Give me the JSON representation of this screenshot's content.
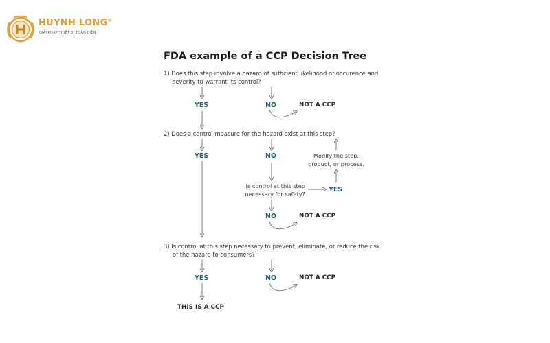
{
  "brand": {
    "name": "HUYNH LONG",
    "registered": "®",
    "tagline": "GIẢI PHÁP THIẾT BỊ TOÀN DIỆN"
  },
  "diagram": {
    "title": "FDA example of a CCP Decision Tree",
    "q1": {
      "line1": "1) Does this step involve a hazard of sufficient likelihood of occurence and",
      "line2": "severity to warrant its control?"
    },
    "q2": {
      "line1": "2) Does a control measure for the hazard exist at this step?"
    },
    "q3": {
      "line1": "3) Is control at this step necessary to prevent, eliminate, or reduce the risk",
      "line2": "of the hazard to consumers?"
    },
    "control_question": {
      "line1": "Is control at this step",
      "line2": "necessary for safety?"
    },
    "modify": {
      "line1": "Modify the step,",
      "line2": "product, or process."
    },
    "labels": {
      "yes": "YES",
      "no": "NO",
      "not_ccp": "NOT A CCP",
      "is_ccp": "THIS IS A CCP"
    },
    "line_color": "#6e6e6e",
    "answer_color": "#1f5e7e"
  }
}
